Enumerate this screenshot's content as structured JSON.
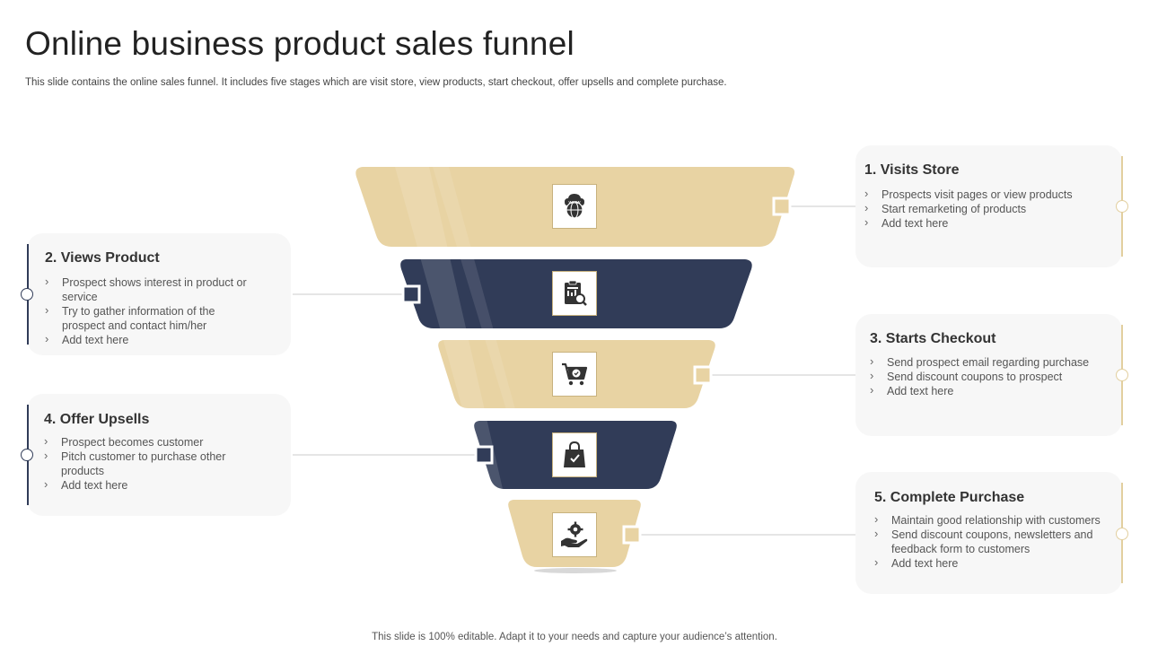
{
  "header": {
    "title": "Online business product sales funnel",
    "subtitle": "This slide contains the online sales funnel. It includes five stages which are visit store, view products, start checkout, offer upsells and complete purchase."
  },
  "footer": {
    "note": "This slide is 100% editable. Adapt it to your needs and capture your audience’s attention."
  },
  "colors": {
    "gold": "#e8d3a3",
    "navy": "#313c58",
    "card_bg": "#f7f7f7",
    "gold_line": "#e2cf9f",
    "navy_line": "#313c58"
  },
  "stages": [
    {
      "heading": "1. Visits Store",
      "icon": "www-globe-icon",
      "items": [
        "Prospects visit pages or view  products",
        "Start remarketing of products",
        "Add text here"
      ]
    },
    {
      "heading": "2. Views Product",
      "icon": "clipboard-search-icon",
      "items": [
        "Prospect shows interest in product or service",
        "Try to gather information  of the prospect  and contact him/her",
        "Add text here"
      ]
    },
    {
      "heading": "3. Starts Checkout",
      "icon": "cart-check-icon",
      "items": [
        "Send prospect email regarding purchase",
        "Send discount coupons to prospect",
        "Add text here"
      ]
    },
    {
      "heading": "4. Offer Upsells",
      "icon": "shopping-bag-check-icon",
      "items": [
        "Prospect becomes customer",
        "Pitch customer to purchase other products",
        "Add text here"
      ]
    },
    {
      "heading": "5. Complete Purchase",
      "icon": "hand-gear-icon",
      "items": [
        "Maintain good relationship with customers",
        "Send discount coupons, newsletters and feedback form to customers",
        "Add text here"
      ]
    }
  ]
}
